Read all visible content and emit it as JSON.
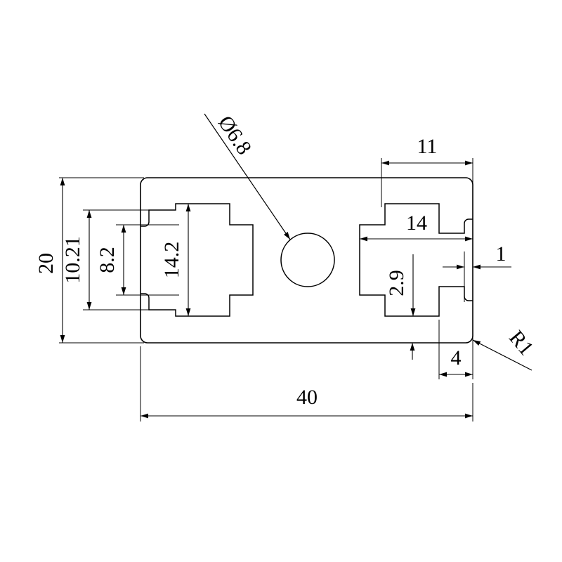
{
  "drawing": {
    "type": "mechanical-cross-section",
    "description": "2D cross-section of a 40 x 20 aluminium extrusion profile with two T-slots and one through hole",
    "background_color": "#ffffff",
    "line_color": "#000000",
    "units": "mm"
  },
  "dimensions": {
    "overall_width": "40",
    "overall_height": "20",
    "hole_diameter": "Ø6.8",
    "slot_depth_left_outer": "10.21",
    "slot_depth_left_inner": "8.2",
    "slot_height_left": "14.2",
    "slot_offset_top_right": "11",
    "slot_width_right": "14",
    "slot_depth_right": "2.9",
    "wall_thickness": "1",
    "corner_offset": "4",
    "corner_radius": "R1"
  },
  "labels": [
    {
      "id": "dia-68",
      "text": "Ø6.8",
      "kind": "leader-callout"
    },
    {
      "id": "dim-11",
      "text": "11",
      "kind": "linear-horizontal"
    },
    {
      "id": "dim-14",
      "text": "14",
      "kind": "linear-horizontal"
    },
    {
      "id": "dim-1",
      "text": "1",
      "kind": "linear-horizontal"
    },
    {
      "id": "dim-4",
      "text": "4",
      "kind": "linear-horizontal"
    },
    {
      "id": "dim-40",
      "text": "40",
      "kind": "linear-horizontal"
    },
    {
      "id": "dim-20",
      "text": "20",
      "kind": "linear-vertical"
    },
    {
      "id": "dim-1021",
      "text": "10.21",
      "kind": "linear-vertical"
    },
    {
      "id": "dim-82",
      "text": "8.2",
      "kind": "linear-vertical"
    },
    {
      "id": "dim-142",
      "text": "14.2",
      "kind": "linear-vertical"
    },
    {
      "id": "dim-29",
      "text": "2.9",
      "kind": "linear-vertical"
    },
    {
      "id": "rad-r1",
      "text": "R1",
      "kind": "radius-callout"
    }
  ]
}
